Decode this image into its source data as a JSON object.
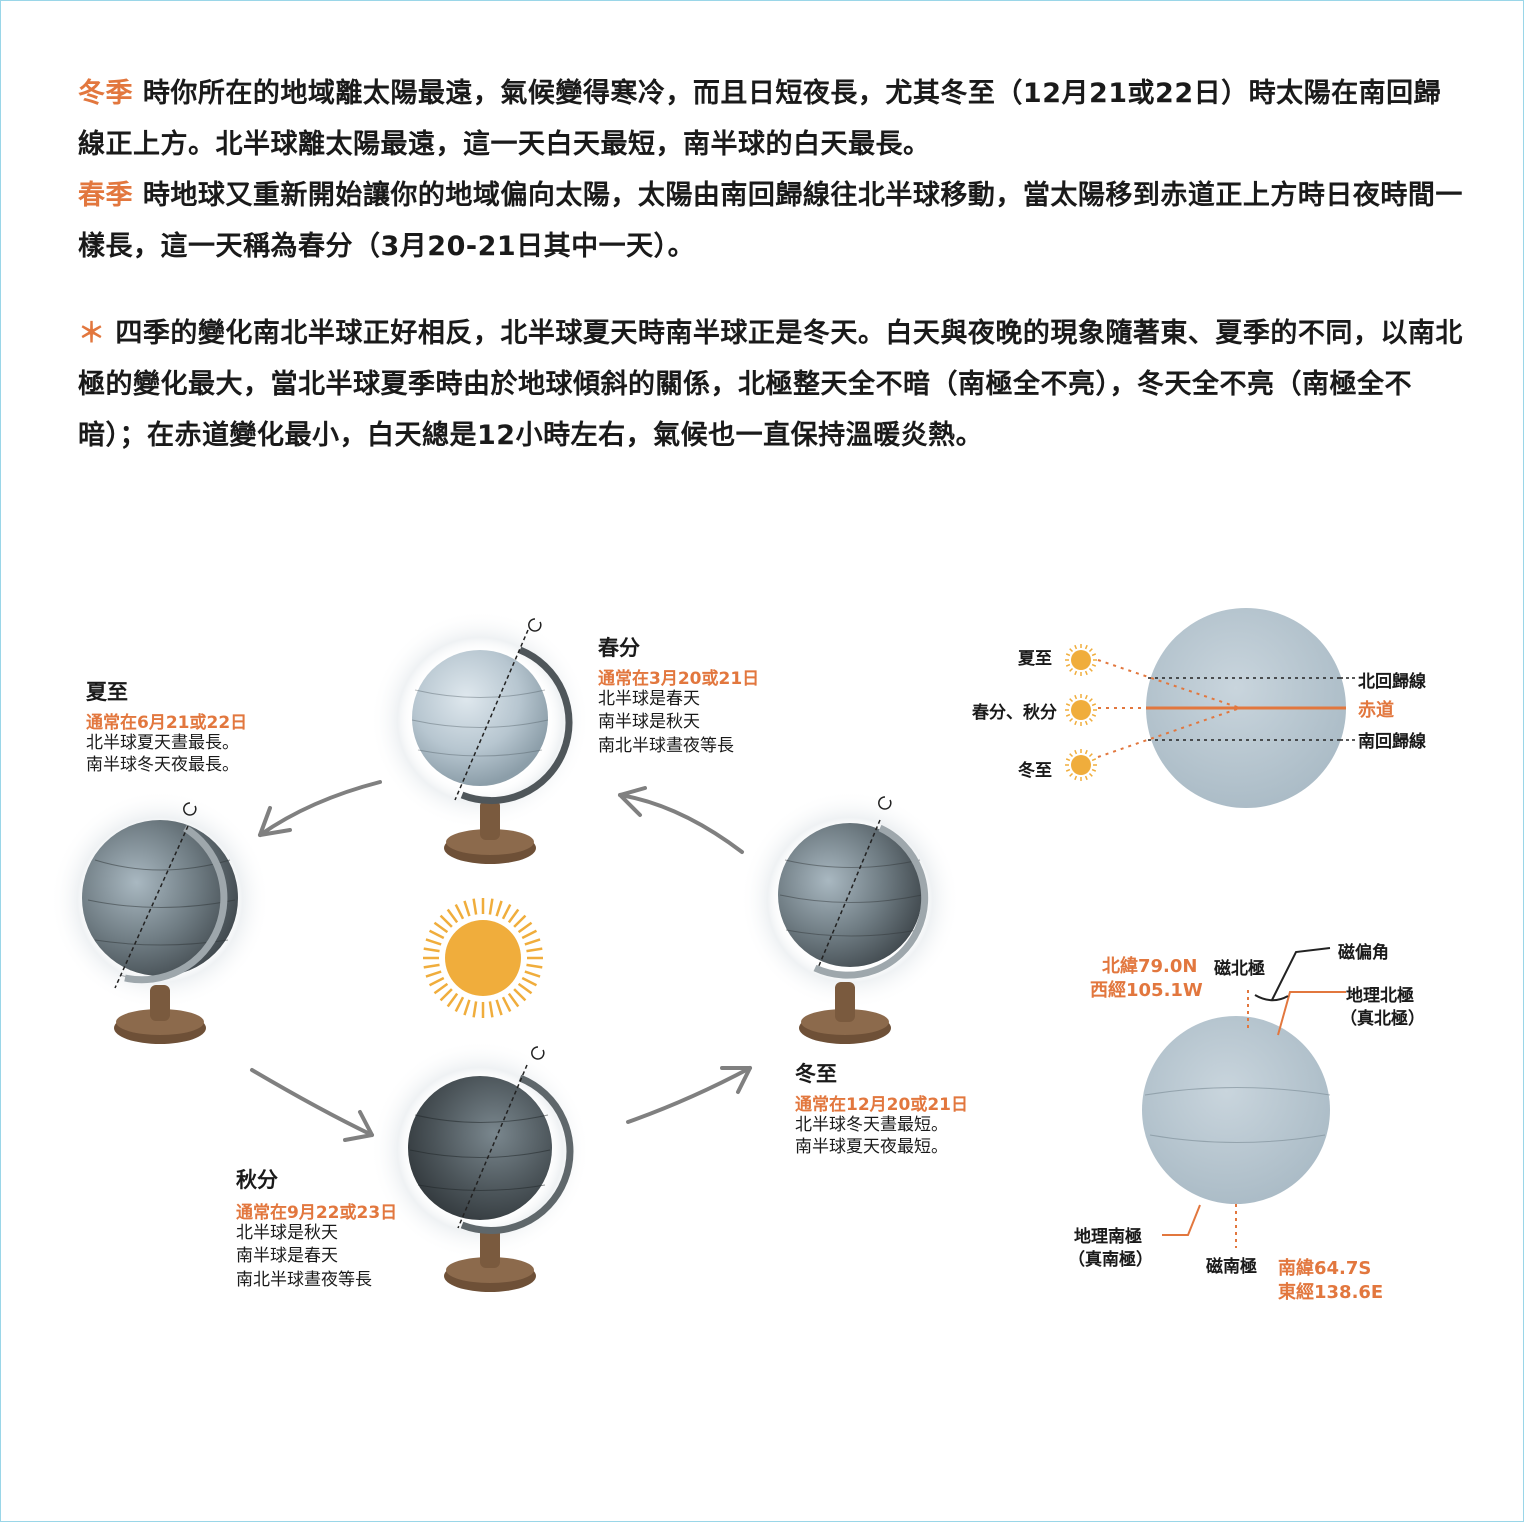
{
  "paragraphs": {
    "winter_label": "冬季",
    "winter_text": "時你所在的地域離太陽最遠，氣候變得寒冷，而且日短夜長，尤其冬至（12月21或22日）時太陽在南回歸線正上方。北半球離太陽最遠，這一天白天最短，南半球的白天最長。",
    "spring_label": "春季",
    "spring_text": "時地球又重新開始讓你的地域偏向太陽，太陽由南回歸線往北半球移動，當太陽移到赤道正上方時日夜時間一樣長，這一天稱為春分（3月20-21日其中一天）。",
    "note_mark": "＊",
    "note_text": "四季的變化南北半球正好相反，北半球夏天時南半球正是冬天。白天與夜晚的現象隨著東、夏季的不同，以南北極的變化最大，當北半球夏季時由於地球傾斜的關係，北極整天全不暗（南極全不亮），冬天全不亮（南極全不暗）；在赤道變化最小，白天總是12小時左右，氣候也一直保持溫暖炎熱。"
  },
  "seasons": {
    "summer": {
      "title": "夏至",
      "date": "通常在6月21或22日",
      "line1": "北半球夏天晝最長。",
      "line2": "南半球冬天夜最長。"
    },
    "spring": {
      "title": "春分",
      "date": "通常在3月20或21日",
      "line1": "北半球是春天",
      "line2": "南半球是秋天",
      "line3": "南北半球晝夜等長"
    },
    "autumn": {
      "title": "秋分",
      "date": "通常在9月22或23日",
      "line1": "北半球是秋天",
      "line2": "南半球是春天",
      "line3": "南北半球晝夜等長"
    },
    "winter": {
      "title": "冬至",
      "date": "通常在12月20或21日",
      "line1": "北半球冬天晝最短。",
      "line2": "南半球夏天夜最短。"
    }
  },
  "tropics": {
    "summer": "夏至",
    "equinox": "春分、秋分",
    "winter": "冬至",
    "north_tropic": "北回歸線",
    "equator": "赤道",
    "south_tropic": "南回歸線"
  },
  "poles": {
    "north_coord_lat": "北緯79.0N",
    "north_coord_lon": "西經105.1W",
    "magnetic_north": "磁北極",
    "declination": "磁偏角",
    "geo_north": "地理北極",
    "geo_north_alt": "（真北極）",
    "geo_south": "地理南極",
    "geo_south_alt": "（真南極）",
    "magnetic_south": "磁南極",
    "south_coord_lat": "南緯64.7S",
    "south_coord_lon": "東經138.6E"
  },
  "colors": {
    "accent": "#e2773e",
    "sun": "#f0ad3c",
    "globe_light": "#b8c7d1",
    "globe_dark": "#4a5358",
    "stand": "#7a5a3e"
  }
}
